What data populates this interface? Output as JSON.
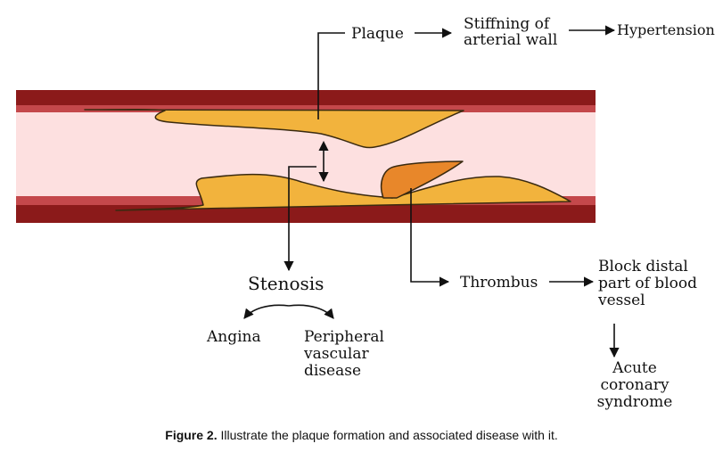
{
  "labels": {
    "plaque": "Plaque",
    "stiffening_line1": "Stiffning of",
    "stiffening_line2": "arterial wall",
    "hypertension": "Hypertension",
    "stenosis": "Stenosis",
    "angina": "Angina",
    "peripheral_line1": "Peripheral",
    "peripheral_line2": "vascular",
    "peripheral_line3": "disease",
    "thrombus": "Thrombus",
    "block_line1": "Block distal",
    "block_line2": "part of blood",
    "block_line3": "vessel",
    "acute_line1": "Acute",
    "acute_line2": "coronary",
    "acute_line3": "syndrome"
  },
  "caption": {
    "prefix": "Figure 2.",
    "text": " Illustrate the plaque formation and associated disease with it."
  },
  "colors": {
    "vessel_wall_dark": "#8b1a1a",
    "vessel_wall_mid": "#c4484b",
    "lumen": "#fde0e0",
    "plaque_fill": "#f2b33d",
    "plaque_outline": "#3a2a10",
    "thrombus_fill": "#e8872a",
    "arrow": "#111111"
  }
}
